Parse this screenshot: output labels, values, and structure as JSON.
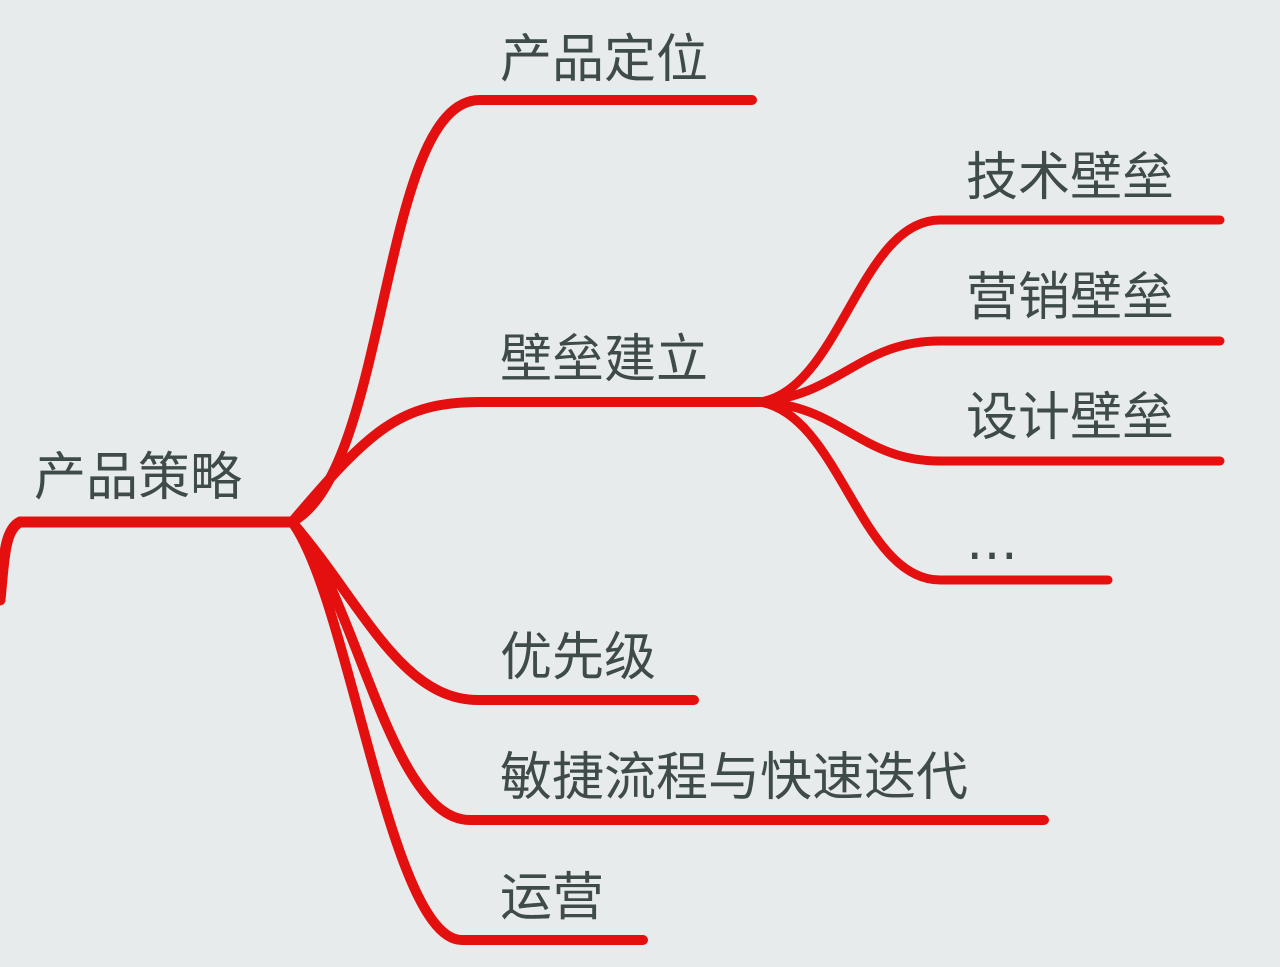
{
  "mindmap": {
    "root": {
      "label": "产品策略"
    },
    "branches": [
      {
        "label": "产品定位"
      },
      {
        "label": "壁垒建立",
        "children": [
          {
            "label": "技术壁垒"
          },
          {
            "label": "营销壁垒"
          },
          {
            "label": "设计壁垒"
          },
          {
            "label": "…"
          }
        ]
      },
      {
        "label": "优先级"
      },
      {
        "label": "敏捷流程与快速迭代"
      },
      {
        "label": "运营"
      }
    ],
    "colors": {
      "line": "#e4100f",
      "text": "#3f4b4b",
      "background": "#e8ebeb"
    }
  }
}
